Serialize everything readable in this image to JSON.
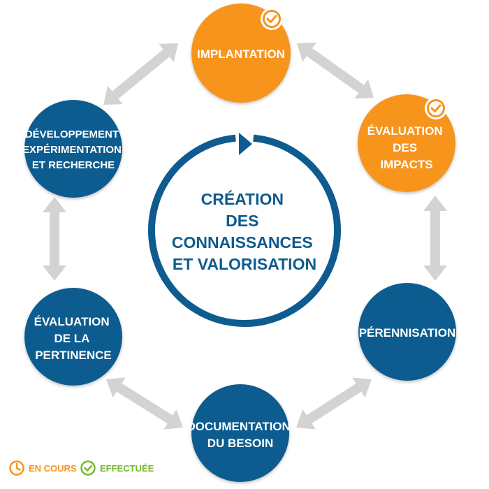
{
  "diagram": {
    "center": {
      "lines": [
        "CRÉATION",
        "DES",
        "CONNAISSANCES",
        "ET VALORISATION"
      ]
    },
    "nodes": {
      "implantation": {
        "lines": [
          "IMPLANTATION"
        ],
        "status": "effectuee"
      },
      "evaluation_impacts": {
        "lines": [
          "ÉVALUATION",
          "DES",
          "IMPACTS"
        ],
        "status": "effectuee"
      },
      "perennisation": {
        "lines": [
          "PÉRENNISATION"
        ],
        "status": "none"
      },
      "documentation_besoin": {
        "lines": [
          "DOCUMENTATION",
          "DU BESOIN"
        ],
        "status": "none"
      },
      "evaluation_pertinence": {
        "lines": [
          "ÉVALUATION",
          "DE LA",
          "PERTINENCE"
        ],
        "status": "none"
      },
      "developpement": {
        "lines": [
          "DÉVELOPPEMENT",
          "EXPÉRIMENTATION",
          "ET RECHERCHE"
        ],
        "status": "none"
      }
    }
  },
  "legend": {
    "en_cours": "EN COURS",
    "effectuee": "EFFECTUÉE"
  },
  "colors": {
    "blue": "#0e5b8f",
    "orange": "#f7941d",
    "green": "#76b82a",
    "arrow_gray": "#d3d3d3"
  },
  "icons": {
    "check": "check-icon",
    "clock": "clock-icon",
    "arrow": "double-arrow-icon"
  }
}
